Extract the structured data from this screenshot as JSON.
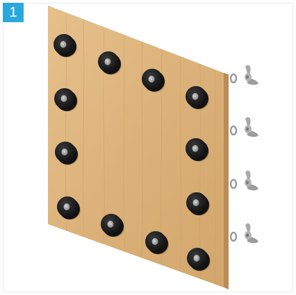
{
  "step": {
    "number": "1",
    "badge_color": "#2aa8dc"
  },
  "illustration": {
    "board_material": "plywood",
    "board_color": "#dcb27a",
    "board_edge_color": "#b98d58",
    "foot_count": 12,
    "foot_color": "#1a1a1a",
    "hardware_sets": 4,
    "hardware_items": [
      "washer",
      "wing-nut"
    ]
  }
}
